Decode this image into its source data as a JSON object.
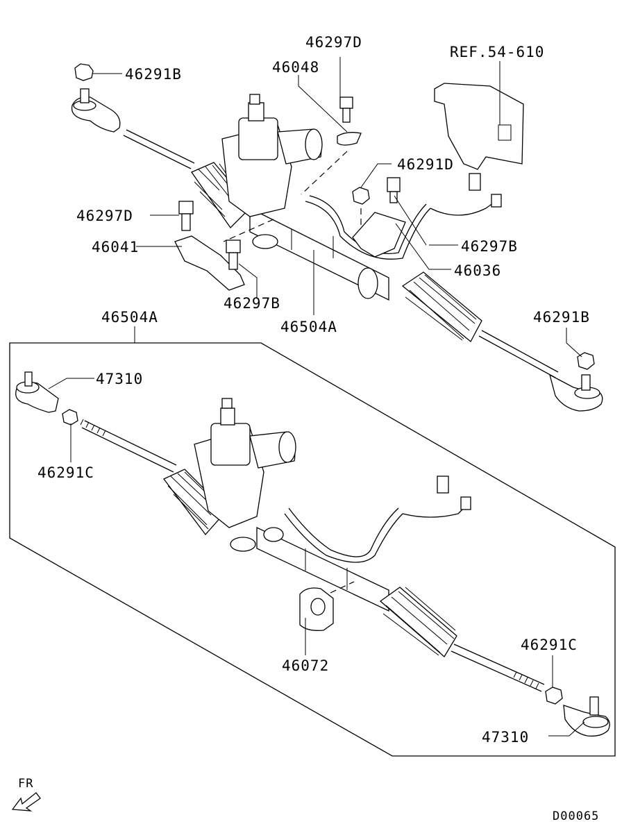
{
  "labels": {
    "nut_top_left": "46291B",
    "bolt_top": "46297D",
    "bracket_46048": "46048",
    "ref": "REF.54-610",
    "nut_46291d": "46291D",
    "bolt_left": "46297D",
    "bracket_46041": "46041",
    "bolt_46297b_right": "46297B",
    "clamp_46036": "46036",
    "bolt_46297b_lower": "46297B",
    "assy_left": "46504A",
    "assy_center": "46504A",
    "nut_top_right": "46291B",
    "tie_end_left": "47310",
    "lock_nut_left": "46291C",
    "bushing": "46072",
    "lock_nut_right": "46291C",
    "tie_end_right": "47310",
    "front_marker": "FR",
    "diagram_code": "D00065"
  }
}
